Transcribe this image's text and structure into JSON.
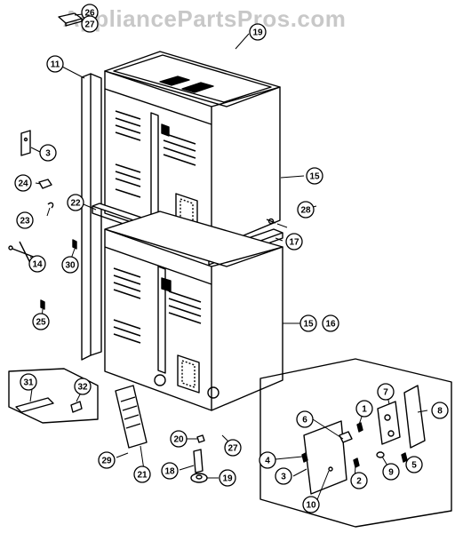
{
  "watermark": "AppliancePartsPros.com",
  "callouts": [
    "26",
    "27",
    "19",
    "11",
    "3",
    "24",
    "23",
    "14",
    "30",
    "25",
    "22",
    "15",
    "28",
    "17",
    "16",
    "15",
    "31",
    "32",
    "29",
    "21",
    "20",
    "18",
    "19",
    "27",
    "6",
    "7",
    "8",
    "1",
    "4",
    "3",
    "2",
    "9",
    "5",
    "10"
  ]
}
